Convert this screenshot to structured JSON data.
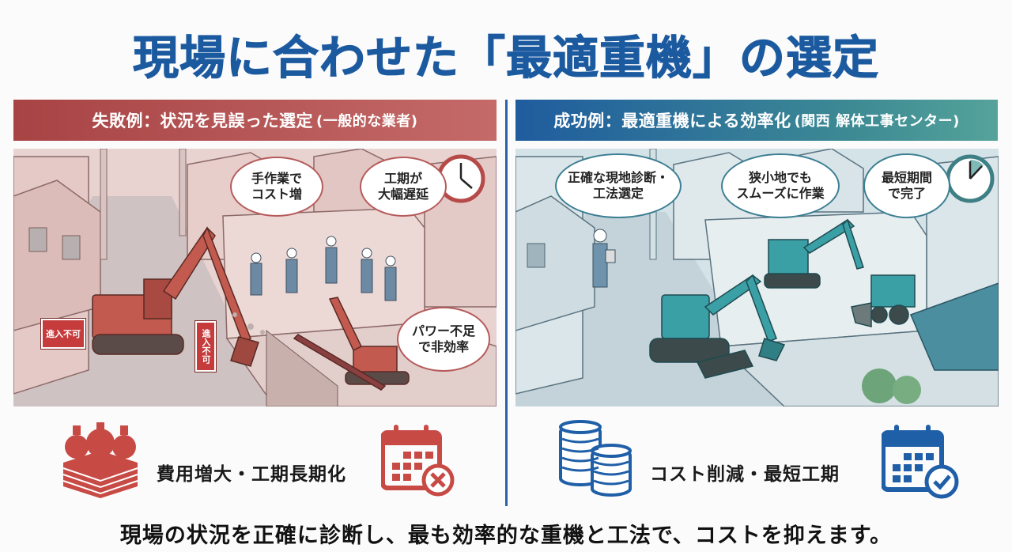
{
  "title": "現場に合わせた「最適重機」の選定",
  "colors": {
    "title_blue": "#1c5aa0",
    "fail_red": "#b84a4a",
    "success_blue": "#1f5c9e",
    "success_teal": "#55a39a",
    "divider": "#2a63a8"
  },
  "fail_panel": {
    "heading": "失敗例：状況を見誤った選定",
    "heading_sub": "(一般的な業者)",
    "bubbles": [
      "手作業で\nコスト増",
      "工期が\n大幅遅延",
      "パワー不足\nで非効率"
    ],
    "bubble_lines": {
      "b0": [
        "手作業で",
        "コスト増"
      ],
      "b1": [
        "工期が",
        "大幅遅延"
      ],
      "b2": [
        "パワー不足",
        "で非効率"
      ]
    },
    "signs": [
      "進入不可",
      "進入不可"
    ],
    "clock_icon": "clock-icon-late",
    "outcome_icon_left": "money-bags-icon",
    "outcome_text": "費用増大・工期長期化",
    "outcome_icon_right": "calendar-x-icon"
  },
  "success_panel": {
    "heading": "成功例：最適重機による効率化",
    "heading_sub": "(関西 解体工事センター)",
    "bubble_lines": {
      "b0": [
        "正確な現地診断・",
        "工法選定"
      ],
      "b1": [
        "狭小地でも",
        "スムーズに作業"
      ],
      "b2": [
        "最短期間",
        "で完了"
      ]
    },
    "clock_icon": "clock-icon-short",
    "outcome_icon_left": "coin-stacks-icon",
    "outcome_text": "コスト削減・最短工期",
    "outcome_icon_right": "calendar-check-icon"
  },
  "footer": "現場の状況を正確に診断し、最も効率的な重機と工法で、コストを抑えます。"
}
